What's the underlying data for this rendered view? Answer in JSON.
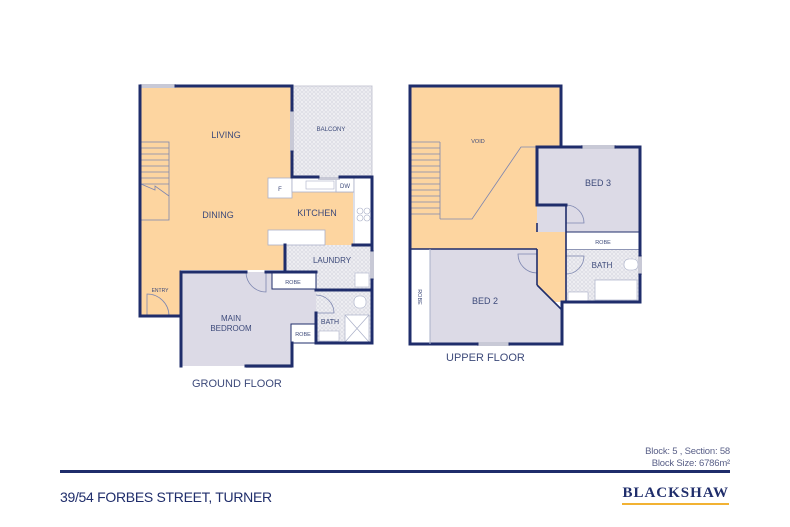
{
  "colors": {
    "wall": "#1f2d6b",
    "living_fill": "#fdd5a0",
    "bedroom_fill": "#dcdae6",
    "wet_area_fill": "#ebebf0",
    "window": "#c8c9d6",
    "label": "#3d4a7a",
    "brand_underline": "#f2b233"
  },
  "ground_floor": {
    "title": "GROUND FLOOR",
    "rooms": {
      "living": "LIVING",
      "dining": "DINING",
      "kitchen": "KITCHEN",
      "balcony": "BALCONY",
      "laundry": "LAUNDRY",
      "main_bedroom_line1": "MAIN",
      "main_bedroom_line2": "BEDROOM",
      "robe_1": "ROBE",
      "robe_2": "ROBE",
      "bath": "BATH",
      "entry": "ENTRY"
    },
    "fixtures": {
      "fridge": "F",
      "dishwasher": "DW"
    }
  },
  "upper_floor": {
    "title": "UPPER FLOOR",
    "rooms": {
      "void": "VOID",
      "bed_2": "BED 2",
      "bed_3": "BED 3",
      "robe_bed3": "ROBE",
      "robe_bed2": "ROBE",
      "bath": "BATH"
    }
  },
  "footer": {
    "block_line": "Block: 5 , Section: 58",
    "block_size": "Block Size: 6786m²",
    "address": "39/54 FORBES STREET, TURNER",
    "brand": "BLACKSHAW"
  }
}
